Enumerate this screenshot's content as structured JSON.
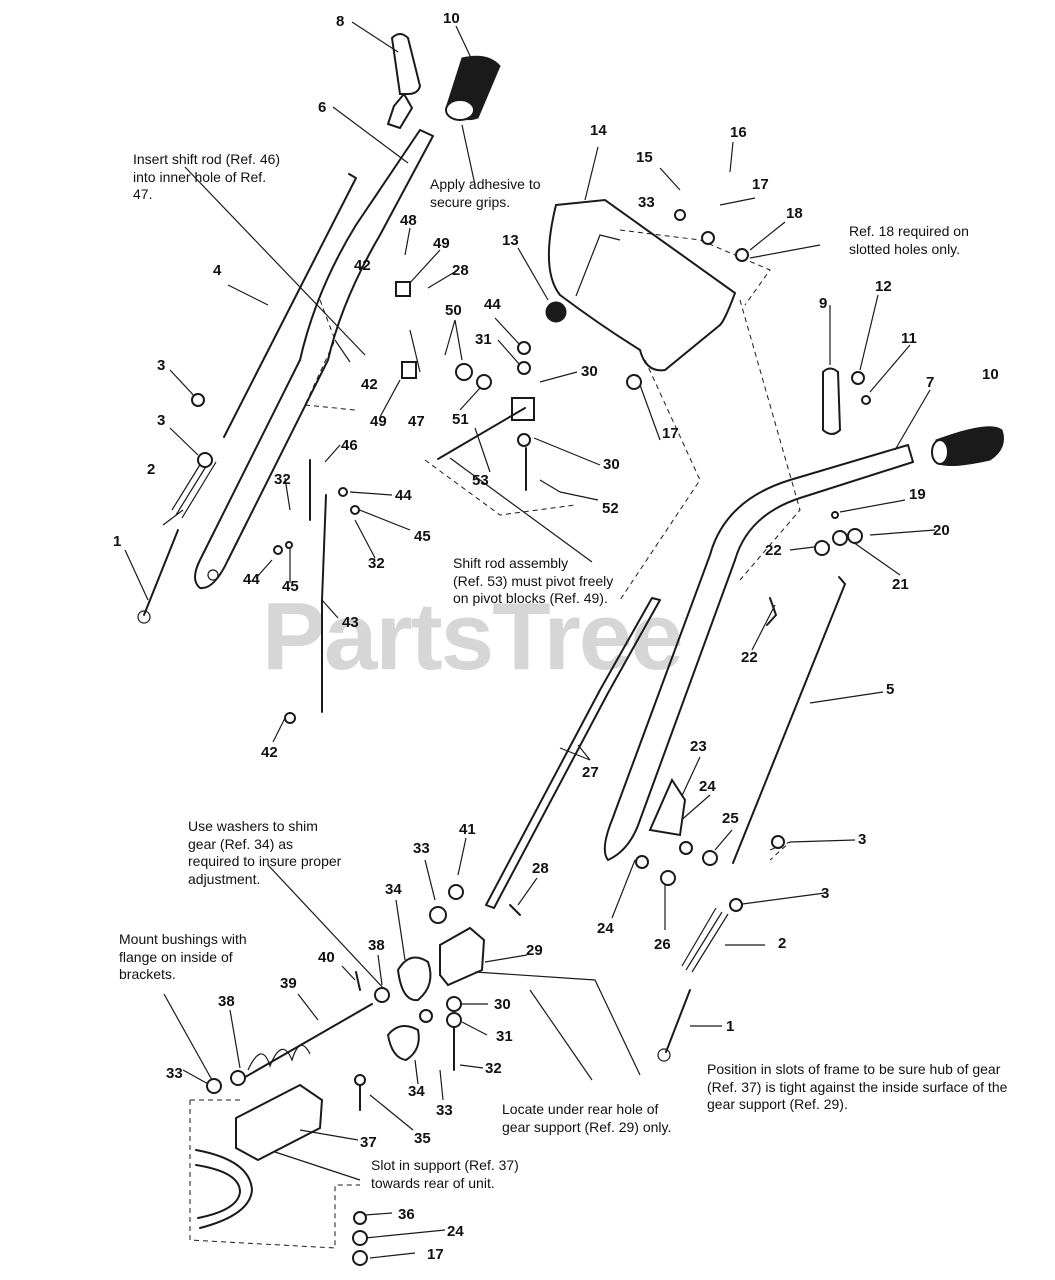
{
  "watermark": "PartsTree",
  "callouts": [
    {
      "id": "c8",
      "n": "8"
    },
    {
      "id": "c10a",
      "n": "10"
    },
    {
      "id": "c6",
      "n": "6"
    },
    {
      "id": "c14",
      "n": "14"
    },
    {
      "id": "c16",
      "n": "16"
    },
    {
      "id": "c15",
      "n": "15"
    },
    {
      "id": "c17a",
      "n": "17"
    },
    {
      "id": "c33a",
      "n": "33"
    },
    {
      "id": "c18",
      "n": "18"
    },
    {
      "id": "c13",
      "n": "13"
    },
    {
      "id": "c48",
      "n": "48"
    },
    {
      "id": "c49a",
      "n": "49"
    },
    {
      "id": "c28a",
      "n": "28"
    },
    {
      "id": "c4",
      "n": "4"
    },
    {
      "id": "c42a",
      "n": "42"
    },
    {
      "id": "c50",
      "n": "50"
    },
    {
      "id": "c44a",
      "n": "44"
    },
    {
      "id": "c31a",
      "n": "31"
    },
    {
      "id": "c30a",
      "n": "30"
    },
    {
      "id": "c42b",
      "n": "42"
    },
    {
      "id": "c3a",
      "n": "3"
    },
    {
      "id": "c49b",
      "n": "49"
    },
    {
      "id": "c47",
      "n": "47"
    },
    {
      "id": "c51",
      "n": "51"
    },
    {
      "id": "c17b",
      "n": "17"
    },
    {
      "id": "c30b",
      "n": "30"
    },
    {
      "id": "c3b",
      "n": "3"
    },
    {
      "id": "c46",
      "n": "46"
    },
    {
      "id": "c53",
      "n": "53"
    },
    {
      "id": "c52",
      "n": "52"
    },
    {
      "id": "c2a",
      "n": "2"
    },
    {
      "id": "c32a",
      "n": "32"
    },
    {
      "id": "c44b",
      "n": "44"
    },
    {
      "id": "c45a",
      "n": "45"
    },
    {
      "id": "c1a",
      "n": "1"
    },
    {
      "id": "c44c",
      "n": "44"
    },
    {
      "id": "c45b",
      "n": "45"
    },
    {
      "id": "c32b",
      "n": "32"
    },
    {
      "id": "c43",
      "n": "43"
    },
    {
      "id": "c42c",
      "n": "42"
    },
    {
      "id": "c9",
      "n": "9"
    },
    {
      "id": "c12",
      "n": "12"
    },
    {
      "id": "c11",
      "n": "11"
    },
    {
      "id": "c7",
      "n": "7"
    },
    {
      "id": "c10b",
      "n": "10"
    },
    {
      "id": "c19",
      "n": "19"
    },
    {
      "id": "c20",
      "n": "20"
    },
    {
      "id": "c22a",
      "n": "22"
    },
    {
      "id": "c21",
      "n": "21"
    },
    {
      "id": "c22b",
      "n": "22"
    },
    {
      "id": "c5",
      "n": "5"
    },
    {
      "id": "c27",
      "n": "27"
    },
    {
      "id": "c23",
      "n": "23"
    },
    {
      "id": "c24a",
      "n": "24"
    },
    {
      "id": "c25",
      "n": "25"
    },
    {
      "id": "c3c",
      "n": "3"
    },
    {
      "id": "c3d",
      "n": "3"
    },
    {
      "id": "c24b",
      "n": "24"
    },
    {
      "id": "c26",
      "n": "26"
    },
    {
      "id": "c2b",
      "n": "2"
    },
    {
      "id": "c1b",
      "n": "1"
    },
    {
      "id": "c33b",
      "n": "33"
    },
    {
      "id": "c41",
      "n": "41"
    },
    {
      "id": "c28b",
      "n": "28"
    },
    {
      "id": "c34a",
      "n": "34"
    },
    {
      "id": "c38a",
      "n": "38"
    },
    {
      "id": "c29",
      "n": "29"
    },
    {
      "id": "c40",
      "n": "40"
    },
    {
      "id": "c39",
      "n": "39"
    },
    {
      "id": "c30c",
      "n": "30"
    },
    {
      "id": "c31b",
      "n": "31"
    },
    {
      "id": "c38b",
      "n": "38"
    },
    {
      "id": "c32c",
      "n": "32"
    },
    {
      "id": "c33c",
      "n": "33"
    },
    {
      "id": "c34b",
      "n": "34"
    },
    {
      "id": "c33d",
      "n": "33"
    },
    {
      "id": "c35",
      "n": "35"
    },
    {
      "id": "c37",
      "n": "37"
    },
    {
      "id": "c36",
      "n": "36"
    },
    {
      "id": "c24c",
      "n": "24"
    },
    {
      "id": "c17c",
      "n": "17"
    }
  ],
  "notes": {
    "shift_rod": [
      "Insert shift rod (Ref. 46)",
      "into inner hole of Ref.",
      "47."
    ],
    "adhesive": [
      "Apply adhesive to",
      "secure grips."
    ],
    "ref18": [
      "Ref. 18 required on",
      "slotted holes only."
    ],
    "pivot": [
      "Shift rod assembly",
      "(Ref. 53) must pivot freely",
      "on pivot blocks (Ref. 49)."
    ],
    "washers": [
      "Use washers to shim",
      "gear (Ref. 34) as",
      "required to insure proper",
      "adjustment."
    ],
    "bushings": [
      "Mount bushings with",
      "flange on inside of",
      "brackets."
    ],
    "slots": [
      "Position in slots of frame to be sure hub of gear",
      "(Ref. 37) is tight against the inside surface of the",
      "gear support (Ref. 29)."
    ],
    "locate": [
      "Locate under rear hole of",
      "gear support (Ref. 29) only."
    ],
    "slot_support": [
      "Slot in support (Ref. 37)",
      "towards rear of unit."
    ]
  }
}
